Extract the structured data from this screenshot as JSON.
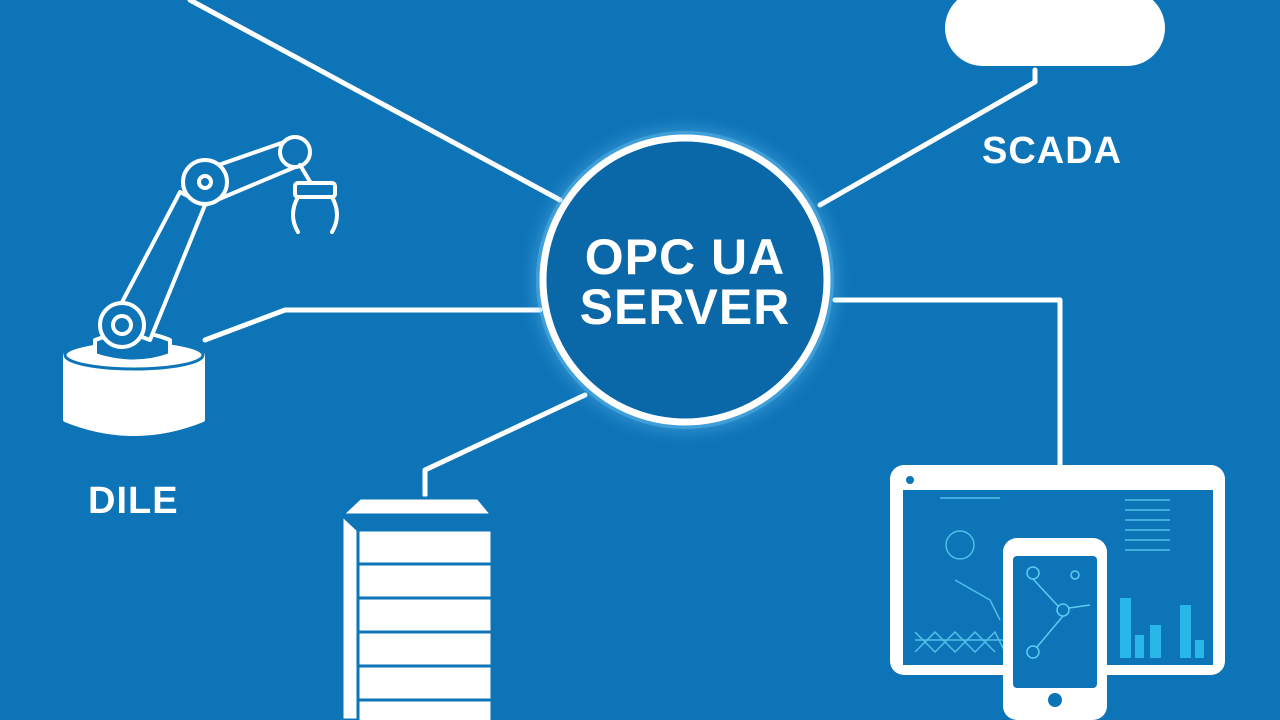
{
  "hub": {
    "line1": "OPC UA",
    "line2": "SERVER"
  },
  "nodes": {
    "scada": "SCADA",
    "dile": "DILE"
  },
  "icons": [
    "cloud-icon",
    "robot-arm-icon",
    "server-rack-icon",
    "tablet-icon",
    "smartphone-icon"
  ],
  "colors": {
    "background": "#0d74b8",
    "foreground": "#ffffff",
    "hub_fill": "#0a68a8",
    "hub_glow": "#7fd4ff",
    "screen_accent": "#29b6e8"
  }
}
